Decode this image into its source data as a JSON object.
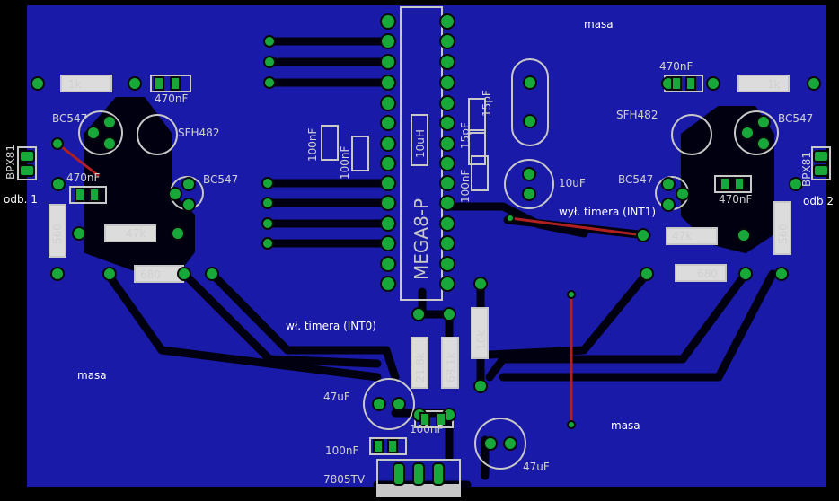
{
  "colors": {
    "background": "#000000",
    "copper_pour": "#1a1aa8",
    "trace": "#000010",
    "pad": "#18a83a",
    "silkscreen": "#c8c8c8",
    "airwire": "#b02020"
  },
  "labels": {
    "masa": "masa",
    "odb1": "odb. 1",
    "odb2": "odb 2",
    "int0": "wł. timera (INT0)",
    "int1": "wył. timera (INT1)"
  },
  "parts": {
    "ic": "MEGA8-P",
    "bpx_left": "BPX81",
    "bpx_right": "BPX81",
    "r1k": "1k",
    "c470n": "470nF",
    "c470n_r": "470nF",
    "bc547": "BC547",
    "sfh_left": "SFH482",
    "sfh_right": "SFH482",
    "r47k": "47k",
    "r560": "560",
    "r680": "680",
    "c470_small": "470nF",
    "c100n": "100nF",
    "l10u": "10uH",
    "c15p": "15pF",
    "c10u": "10uF",
    "r21k": "21.8k",
    "r68": "68.1k",
    "r10k": "10k",
    "c47u": "47uF",
    "reg": "7805TV"
  }
}
